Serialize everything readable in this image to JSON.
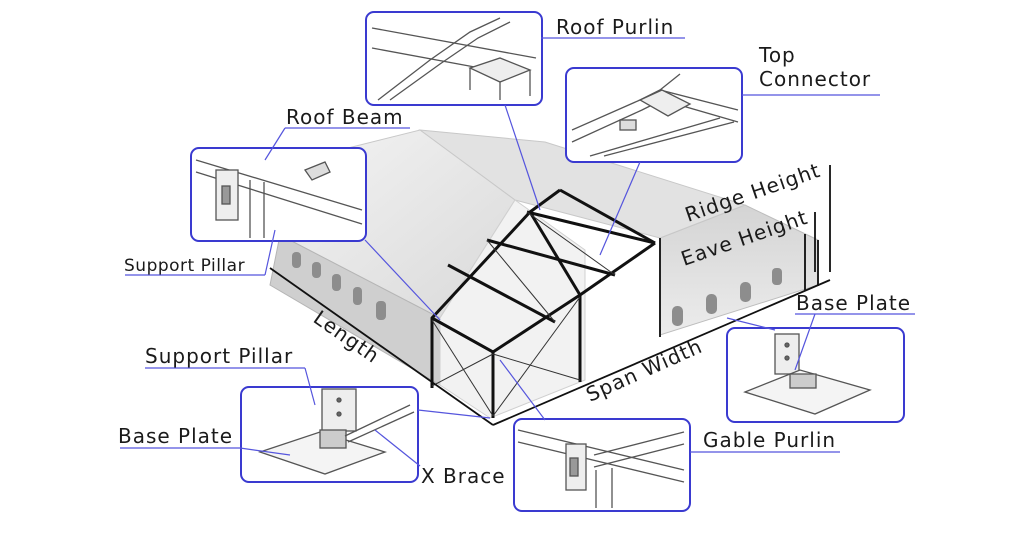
{
  "labels": {
    "roof_purlin": "Roof Purlin",
    "top_connector_line1": "Top",
    "top_connector_line2": "Connector",
    "roof_beam": "Roof Beam",
    "support_pillar_left": "Support Pillar",
    "ridge_height": "Ridge Height",
    "eave_height": "Eave Height",
    "base_plate_right": "Base Plate",
    "length": "Length",
    "span_width": "Span Width",
    "support_pillar_bottom": "Support Pillar",
    "base_plate_left": "Base Plate",
    "gable_purlin": "Gable Purlin",
    "x_brace": "X Brace"
  },
  "colors": {
    "callout_border": "#3a3ad0",
    "leader_line": "#5555dd",
    "frame": "#111111",
    "tent_fabric": "#e8e8e8"
  }
}
